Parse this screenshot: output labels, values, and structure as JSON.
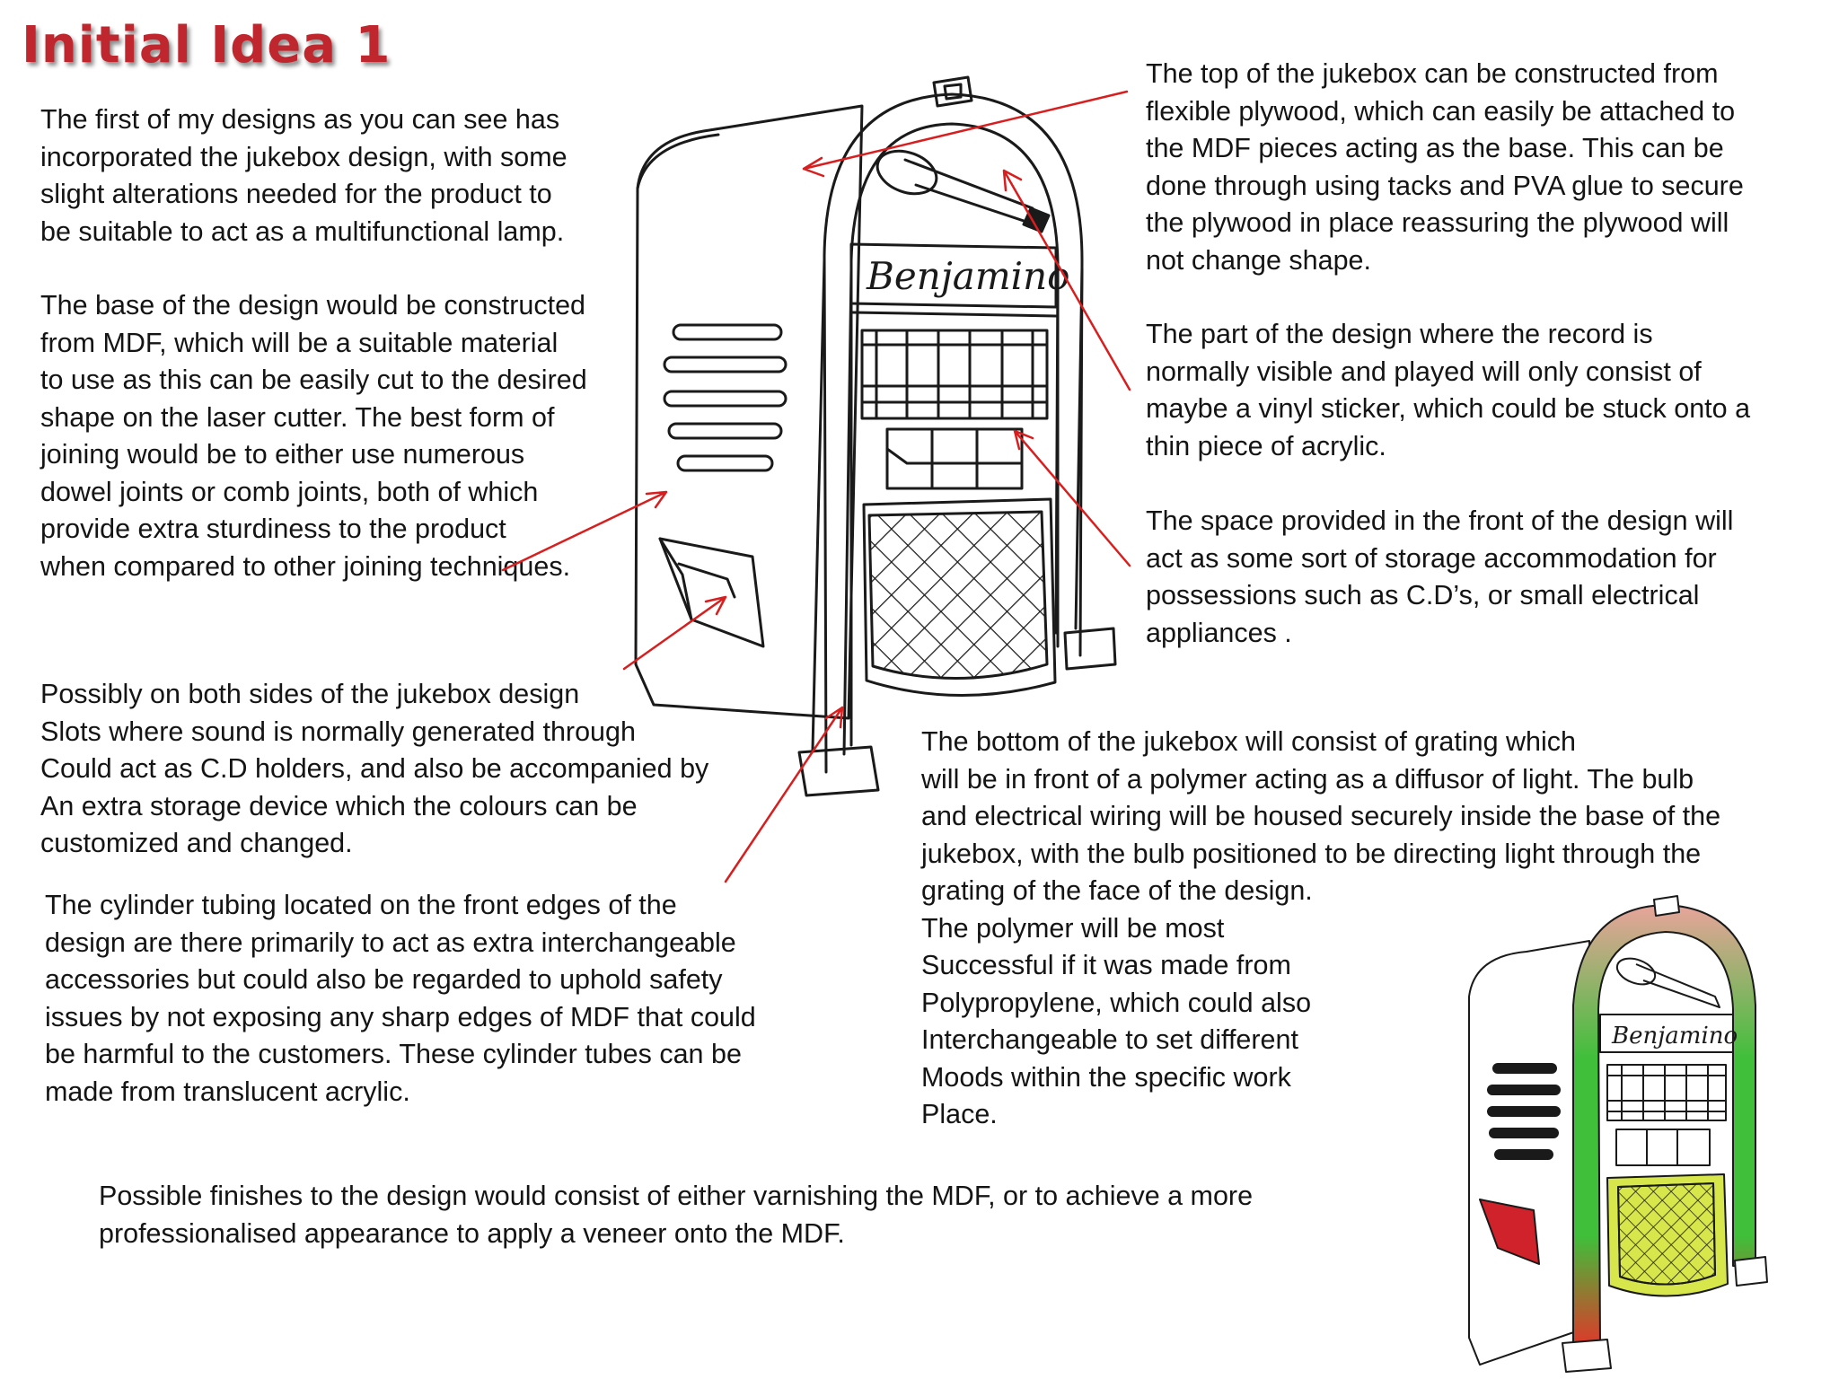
{
  "title": "Initial Idea 1",
  "paragraphs": {
    "intro": "The first of my designs as you can see has\nincorporated the jukebox design, with some\nslight alterations needed for the product to\nbe suitable to act as a multifunctional lamp.",
    "base": "The base of the design would be constructed\nfrom MDF, which will be a suitable material\nto use as this can be easily cut to the desired\nshape on the laser cutter. The best form of\njoining would be to either use numerous\ndowel joints or comb joints, both of which\nprovide extra sturdiness to the product\nwhen compared to other joining techniques.",
    "sides": "Possibly on both sides of the jukebox design\nSlots where sound is normally generated through\nCould act as C.D holders, and also be accompanied by\nAn extra storage device which the colours can be\ncustomized and changed.",
    "tubing": "The cylinder tubing located on the front edges of the\ndesign are there primarily to act as extra interchangeable\naccessories  but could also be regarded to uphold safety\nissues by not exposing any sharp edges of MDF that could\nbe harmful to the customers. These cylinder tubes can be\nmade from translucent acrylic.",
    "top": "The top of the jukebox can be constructed from\nflexible plywood, which can easily be attached to\nthe MDF pieces acting as the base. This can be\ndone through using tacks and PVA glue to secure\nthe plywood in place reassuring the plywood will\nnot change shape.",
    "record": "The part of the design where the record is\nnormally visible and played will only consist of\nmaybe a vinyl sticker, which could be stuck onto a\nthin piece of acrylic.",
    "storage": "The space provided in the front of the design will\nact as some sort of storage  accommodation for\npossessions such as C.D’s, or small electrical\nappliances .",
    "bottom": "                The bottom of the jukebox will consist of grating which\nwill be in front of a polymer acting as a diffusor of light. The bulb\nand electrical wiring will be housed securely inside the base of the\njukebox, with the bulb positioned to be directing light through the\ngrating of the face of the design.\nThe polymer will be most\nSuccessful if it was made from\nPolypropylene, which could also\nInterchangeable to set different\nMoods within the specific work\nPlace.",
    "finishes": "Possible finishes to the design would consist of either varnishing the MDF, or to achieve a more\nprofessionalised appearance to apply a veneer onto the MDF."
  },
  "sketches": {
    "brand_label": "Benjamino"
  },
  "colors": {
    "title": "#c0262d",
    "annotation_arrow": "#d81e1e",
    "outline": "#1a1a1a",
    "arch_outer_top": "#e8a49b",
    "arch_green": "#3fbf3a",
    "arch_bottom_red": "#e0372a",
    "speaker_bottom": "#d7e64a",
    "cd_holder": "#d0222a"
  }
}
